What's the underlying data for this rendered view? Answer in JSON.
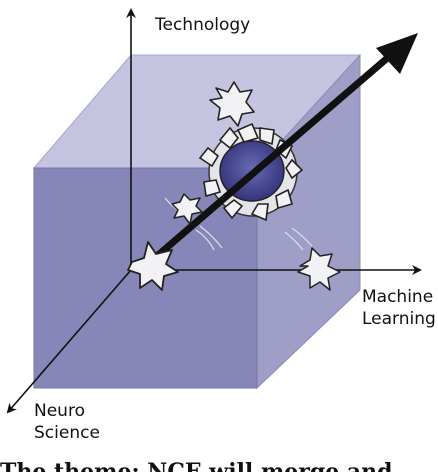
{
  "axes": {
    "technology": "Technology",
    "machine_learning_line1": "Machine",
    "machine_learning_line2": "Learning",
    "neuro_science_line1": "Neuro",
    "neuro_science_line2": "Science"
  },
  "caption": "The theme: NCE will merge and ...",
  "colors": {
    "cube_front": "#8686b8",
    "cube_side": "#9e9ec6",
    "cube_top": "#c4c4e0",
    "hole_inner": "#4a4a9a",
    "arrow": "#111111"
  }
}
